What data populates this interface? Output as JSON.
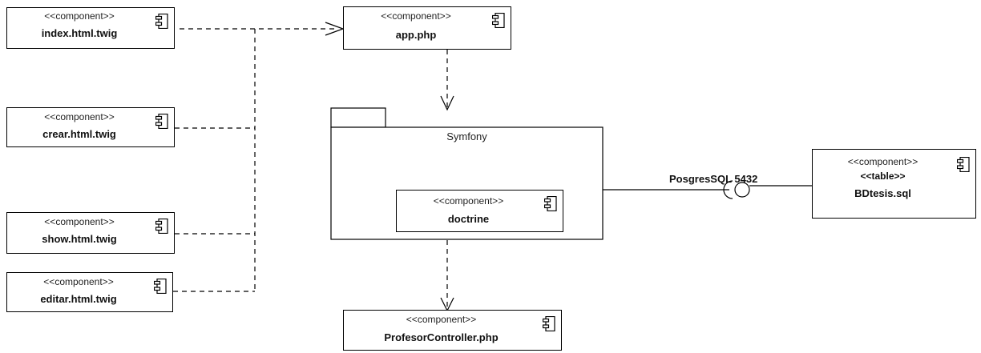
{
  "components": {
    "index_twig": {
      "stereotype": "<<component>>",
      "name": "index.html.twig"
    },
    "crear_twig": {
      "stereotype": "<<component>>",
      "name": "crear.html.twig"
    },
    "show_twig": {
      "stereotype": "<<component>>",
      "name": "show.html.twig"
    },
    "editar_twig": {
      "stereotype": "<<component>>",
      "name": "editar.html.twig"
    },
    "app_php": {
      "stereotype": "<<component>>",
      "name": "app.php"
    },
    "doctrine": {
      "stereotype": "<<component>>",
      "name": "doctrine"
    },
    "profesor_controller": {
      "stereotype": "<<component>>",
      "name": "ProfesorController.php"
    },
    "bdtesis": {
      "stereotype": "<<component>>",
      "stereotype2": "<<table>>",
      "name": "BDtesis.sql"
    }
  },
  "package": {
    "name": "Symfony"
  },
  "interface": {
    "label": "PosgresSQL 5432"
  }
}
